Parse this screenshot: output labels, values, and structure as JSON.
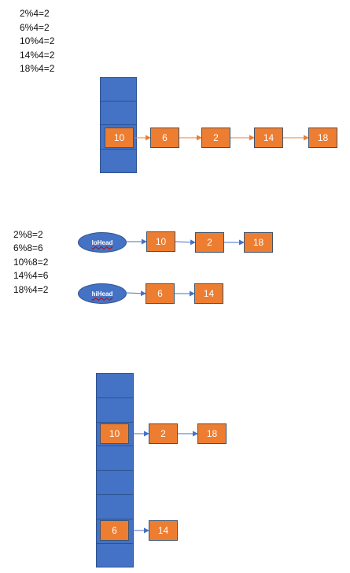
{
  "colors": {
    "node_fill": "#ed7d31",
    "bucket_fill": "#4472c4",
    "arrow_orange": "#ed7d31",
    "arrow_blue": "#4472c4"
  },
  "top_formulas": [
    "2%4=2",
    "6%4=2",
    "10%4=2",
    "14%4=2",
    "18%4=2"
  ],
  "top_chain": [
    "10",
    "6",
    "2",
    "14",
    "18"
  ],
  "middle_formulas": [
    "2%8=2",
    "6%8=6",
    "10%8=2",
    "14%4=6",
    "18%4=2"
  ],
  "lo_list": {
    "head_label": "loHead",
    "nodes": [
      "10",
      "2",
      "18"
    ]
  },
  "hi_list": {
    "head_label": "hiHead",
    "nodes": [
      "6",
      "14"
    ]
  },
  "bottom_chain_a": [
    "10",
    "2",
    "18"
  ],
  "bottom_chain_b": [
    "6",
    "14"
  ]
}
